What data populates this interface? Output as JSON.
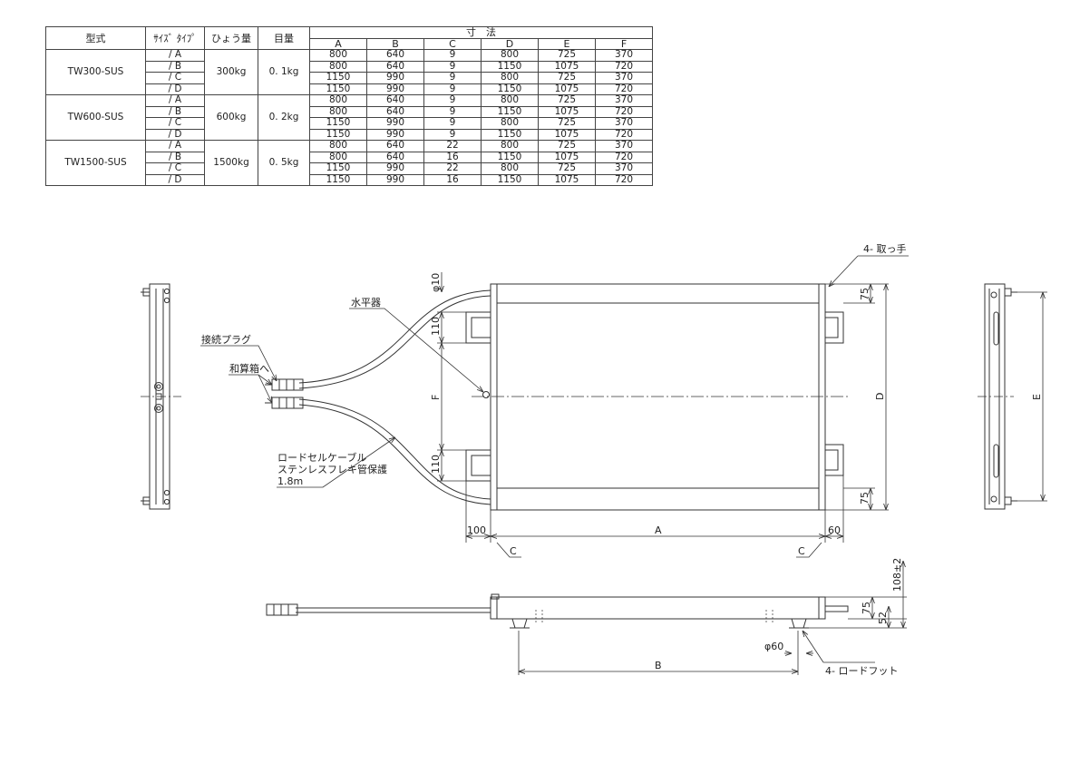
{
  "table": {
    "headers": {
      "model": "型式",
      "size_type": "ｻｲｽﾞ ﾀｲﾌﾟ",
      "capacity": "ひょう量",
      "division": "目量",
      "dimensions": "寸　法",
      "dim_cols": [
        "A",
        "B",
        "C",
        "D",
        "E",
        "F"
      ]
    },
    "groups": [
      {
        "model": "TW300-SUS",
        "capacity": "300kg",
        "division": "0. 1kg",
        "rows": [
          {
            "type": "/ A",
            "dims": [
              "800",
              "640",
              "9",
              "800",
              "725",
              "370"
            ]
          },
          {
            "type": "/ B",
            "dims": [
              "800",
              "640",
              "9",
              "1150",
              "1075",
              "720"
            ]
          },
          {
            "type": "/ C",
            "dims": [
              "1150",
              "990",
              "9",
              "800",
              "725",
              "370"
            ]
          },
          {
            "type": "/ D",
            "dims": [
              "1150",
              "990",
              "9",
              "1150",
              "1075",
              "720"
            ]
          }
        ]
      },
      {
        "model": "TW600-SUS",
        "capacity": "600kg",
        "division": "0. 2kg",
        "rows": [
          {
            "type": "/ A",
            "dims": [
              "800",
              "640",
              "9",
              "800",
              "725",
              "370"
            ]
          },
          {
            "type": "/ B",
            "dims": [
              "800",
              "640",
              "9",
              "1150",
              "1075",
              "720"
            ]
          },
          {
            "type": "/ C",
            "dims": [
              "1150",
              "990",
              "9",
              "800",
              "725",
              "370"
            ]
          },
          {
            "type": "/ D",
            "dims": [
              "1150",
              "990",
              "9",
              "1150",
              "1075",
              "720"
            ]
          }
        ]
      },
      {
        "model": "TW1500-SUS",
        "capacity": "1500kg",
        "division": "0. 5kg",
        "rows": [
          {
            "type": "/ A",
            "dims": [
              "800",
              "640",
              "22",
              "800",
              "725",
              "370"
            ]
          },
          {
            "type": "/ B",
            "dims": [
              "800",
              "640",
              "16",
              "1150",
              "1075",
              "720"
            ]
          },
          {
            "type": "/ C",
            "dims": [
              "1150",
              "990",
              "22",
              "800",
              "725",
              "370"
            ]
          },
          {
            "type": "/ D",
            "dims": [
              "1150",
              "990",
              "16",
              "1150",
              "1075",
              "720"
            ]
          }
        ]
      }
    ]
  },
  "labels": {
    "handles": "4- 取っ手",
    "level": "水平器",
    "plug": "接続プラグ",
    "summing_box": "和算箱へ",
    "cable_1": "ロードセルケーブル",
    "cable_2": "ステンレスフレキ管保護",
    "cable_3": "1.8m",
    "feet": "4- ロードフット",
    "phi10": "φ10",
    "phi60": "φ60",
    "d110_top": "110",
    "d110_bottom": "110",
    "dF": "F",
    "d75_top": "75",
    "d75_bottom": "75",
    "dD": "D",
    "dE": "E",
    "d100": "100",
    "dA": "A",
    "d60": "60",
    "dC_left": "C",
    "dC_right": "C",
    "d108": "108±2",
    "d75_side": "75",
    "d52": "52",
    "dB": "B"
  }
}
